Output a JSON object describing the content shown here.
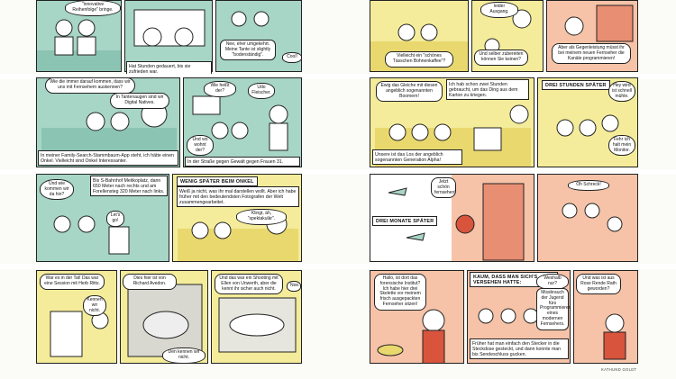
{
  "left": {
    "row1": {
      "p1_bubble": "\"innovative Reihenfolge\" bringe.",
      "p2_caption": "Hat Stunden gedauert, bis sie zufrieden war.",
      "p3_bubble": "Nee, eher umgekehrt. Meine Tante ist slightly \"bodenständig\".",
      "p3_bubble2": "Cool!"
    },
    "row2": {
      "p1_bubble": "Wie die immer darauf kommen, dass wir uns mit Fernsehern auskennen?",
      "p1_bubble2": "In Tantenaugen sind wir Digital Natives.",
      "p1_caption": "In meiner Family-Search-Stammbaum-App steht, ich hätte einen Onkel. Vielleicht sind Onkel Interessanter.",
      "p2_bubble": "Wie heißt der?",
      "p2_bubble2": "Udo Fleischer.",
      "p2_bubble3": "Und wo wohnt der?",
      "p2_caption": "In der Straße gegen Gewalt gegen Frauen 31."
    },
    "row3": {
      "p1_bubble": "Und wie kommen wir da hin?",
      "p1_caption": "Bis S-Bahnhof Meitkoplatz, dann 650 Meter nach rechts und am Forellensteg 320 Meter nach links.",
      "p1_bubble2": "Let's go!",
      "p2_bar": "WENIG SPÄTER BEIM ONKEL",
      "p2_caption": "Weiß ja nicht, was ihr mal darstellen wollt. Aber ich habe früher mit den bedeutendsten Fotografen der Welt zusammengearbeitet.",
      "p2_bubble": "Klingt, äh, \"spektakulär\"."
    },
    "row4": {
      "p1_bubble": "War es in der Tat! Das war eine Session mit Herb Ritts.",
      "p1_bubble2": "Kennen wir nicht.",
      "p2_bubble": "Dies hier ist von Richard Avedon.",
      "p2_bubble2": "Den kennen wir nicht.",
      "p3_bubble": "Und das war ein Shooting mit Ellen von Unwerth, aber die kennt ihr sicher auch nicht.",
      "p3_bubble2": "Noe."
    }
  },
  "right": {
    "row1": {
      "p1_bubble": "Vielleicht ein \"schönes Tässchen Bohnenkaffee\"?",
      "p2_bubble": "leider Ausgang.",
      "p2_bubble2": "Und selber zubereiten können Sie keinen?",
      "p3_bubble": "Aber als Gegenleistung müsst ihr bei meinem neuen Fernseher die Kanäle programmieren!"
    },
    "row2": {
      "p1_caption": "Ich hab schon zwei Stunden gebraucht, um das Ding aus dem Karton zu kriegen.",
      "p1_bubble": "Ewig das Gleiche mit diesen angeblich sogenannten Boomern!",
      "p1_caption2": "Unsere ist das Los der angeblich sogenannten Generation Alpha!",
      "p2_bar": "DREI STUNDEN SPÄTER",
      "p2_bubble": "Hey wird ist schnell mühle.",
      "p2_bubble2": "Fehr ich halt mein Monitor."
    },
    "row3": {
      "p1_bubble": "Jetzt schön fernsehen!",
      "p1_bar": "DREI MONATE SPÄTER",
      "p2_bubble": "Oh Schreck!"
    },
    "row4": {
      "p1_bubble": "Hallo, ist dort das forensische Institut? Ich habe hier drei Skelette vor meinem frisch ausgepackten Fernseher sitzen!",
      "p2_bar": "KAUM, DASS MAN SICH'S VERSEHEN HATTE:",
      "p2_bubble": "Weshalb nur?",
      "p2_bubble2": "Missbrauch der Jugend fürs Programmieren eines modernen Fernsehers.",
      "p2_caption": "Früher hat man einfach den Stecker in die Steckdose gesteckt, und dann konnte man bis Sendeschluss gucken.",
      "p3_bubble": "Und was ist aus Rose Rende Rath geworden?"
    },
    "signature": "KATHUND GOLDT"
  },
  "colors": {
    "teal": "#a7d5c6",
    "yellow": "#f4ec9a",
    "peach": "#f6c3a8",
    "ink": "#222222",
    "red": "#d8543d"
  }
}
